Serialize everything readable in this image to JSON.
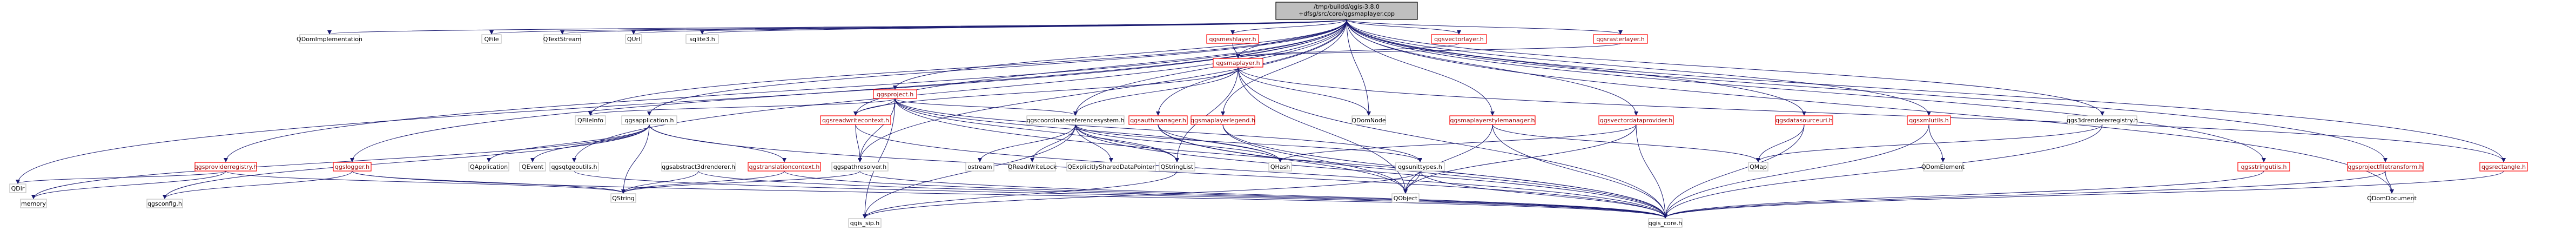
{
  "root": {
    "lines": [
      "/tmp/buildd/qgis-3.8.0",
      "+dfsg/src/core/qgsmaplayer.cpp"
    ]
  },
  "nodes": {
    "QDomImplementation": "QDomImplementation",
    "QFile": "QFile",
    "QTextStream": "QTextStream",
    "QUrl": "QUrl",
    "sqlite3_h": "sqlite3.h",
    "qgsmeshlayer_h": "qgsmeshlayer.h",
    "qgsvectorlayer_h": "qgsvectorlayer.h",
    "qgsrasterlayer_h": "qgsrasterlayer.h",
    "qgsmaplayer_h": "qgsmaplayer.h",
    "qgsproject_h": "qgsproject.h",
    "QFileInfo": "QFileInfo",
    "qgsapplication_h": "qgsapplication.h",
    "qgscoordinatereferencesystem_h": "qgscoordinatereferencesystem.h",
    "qgsreadwritecontext_h": "qgsreadwritecontext.h",
    "qgsmaplayerlegend_h": "qgsmaplayerlegend.h",
    "qgsauthmanager_h": "qgsauthmanager.h",
    "QDomNode": "QDomNode",
    "qgsmaplayerstylemanager_h": "qgsmaplayerstylemanager.h",
    "qgsvectordataprovider_h": "qgsvectordataprovider.h",
    "qgsdatasourceuri_h": "qgsdatasourceuri.h",
    "qgsxmlutils_h": "qgsxmlutils.h",
    "qgs3drendererregistry_h": "qgs3drendererregistry.h",
    "qgsstringutils_h": "qgsstringutils.h",
    "qgsprojectfiletransform_h": "qgsprojectfiletransform.h",
    "qgsrectangle_h": "qgsrectangle.h",
    "QDir": "QDir",
    "qgsproviderregistry_h": "qgsproviderregistry.h",
    "qgslogger_h": "qgslogger.h",
    "QApplication": "QApplication",
    "QEvent": "QEvent",
    "qgsqtgeoutils_h": "qgsqtgeoutils.h",
    "qgsabstract3drenderer_h": "qgsabstract3drenderer.h",
    "qgstranslationcontext_h": "qgstranslationcontext.h",
    "qgspathresolver_h": "qgspathresolver.h",
    "ostream": "ostream",
    "QReadWriteLock": "QReadWriteLock",
    "QExplicitlySharedDataPointer": "QExplicitlySharedDataPointer",
    "QStringList": "QStringList",
    "QHash": "QHash",
    "qgsunittypes_h": "qgsunittypes.h",
    "QMap": "QMap",
    "QDomElement": "QDomElement",
    "QDomDocument": "QDomDocument",
    "memory": "memory",
    "qgsconfig_h": "qgsconfig.h",
    "QString": "QString",
    "qgis_sip_h": "qgis_sip.h",
    "QObject": "QObject",
    "qgis_core_h": "qgis_core.h"
  }
}
